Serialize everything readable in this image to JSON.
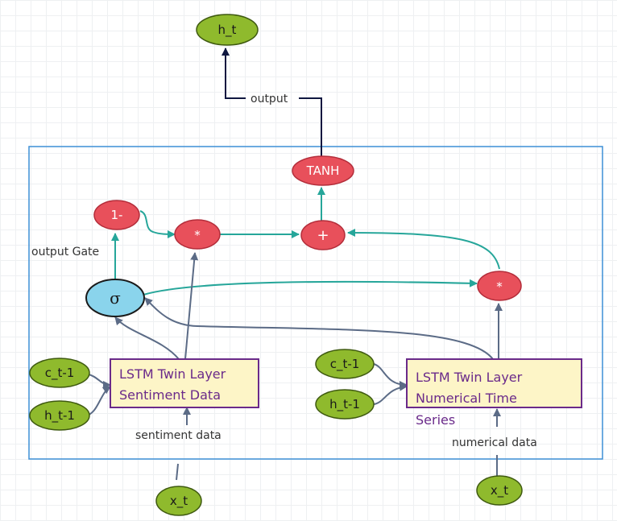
{
  "colors": {
    "green_node": "#8fba2d",
    "red_node": "#e8505b",
    "blue_node": "#8ad4ec",
    "teal_arrow": "#26a69a",
    "slate_arrow": "#5b6b86",
    "navy_arrow": "#0f1740",
    "frame": "#3d8fd6",
    "lstm_box_fill": "#fdf5c7",
    "lstm_box_border": "#6a2a8a"
  },
  "nodes": {
    "h_t": "h_t",
    "tanh": "TANH",
    "one_minus": "1-",
    "mult_left": "*",
    "plus": "+",
    "mult_right": "*",
    "sigma": "σ",
    "c_t1_left": "c_t-1",
    "h_t1_left": "h_t-1",
    "c_t1_right": "c_t-1",
    "h_t1_right": "h_t-1",
    "x_t_left": "x_t",
    "x_t_right": "x_t"
  },
  "boxes": {
    "sentiment_line1": "LSTM Twin Layer",
    "sentiment_line2": "Sentiment Data",
    "numerical_line1": "LSTM Twin Layer",
    "numerical_line2": "Numerical Time",
    "numerical_line3": "Series"
  },
  "labels": {
    "output": "output",
    "output_gate": "output Gate",
    "sentiment_data": "sentiment data",
    "numerical_data": "numerical data"
  }
}
